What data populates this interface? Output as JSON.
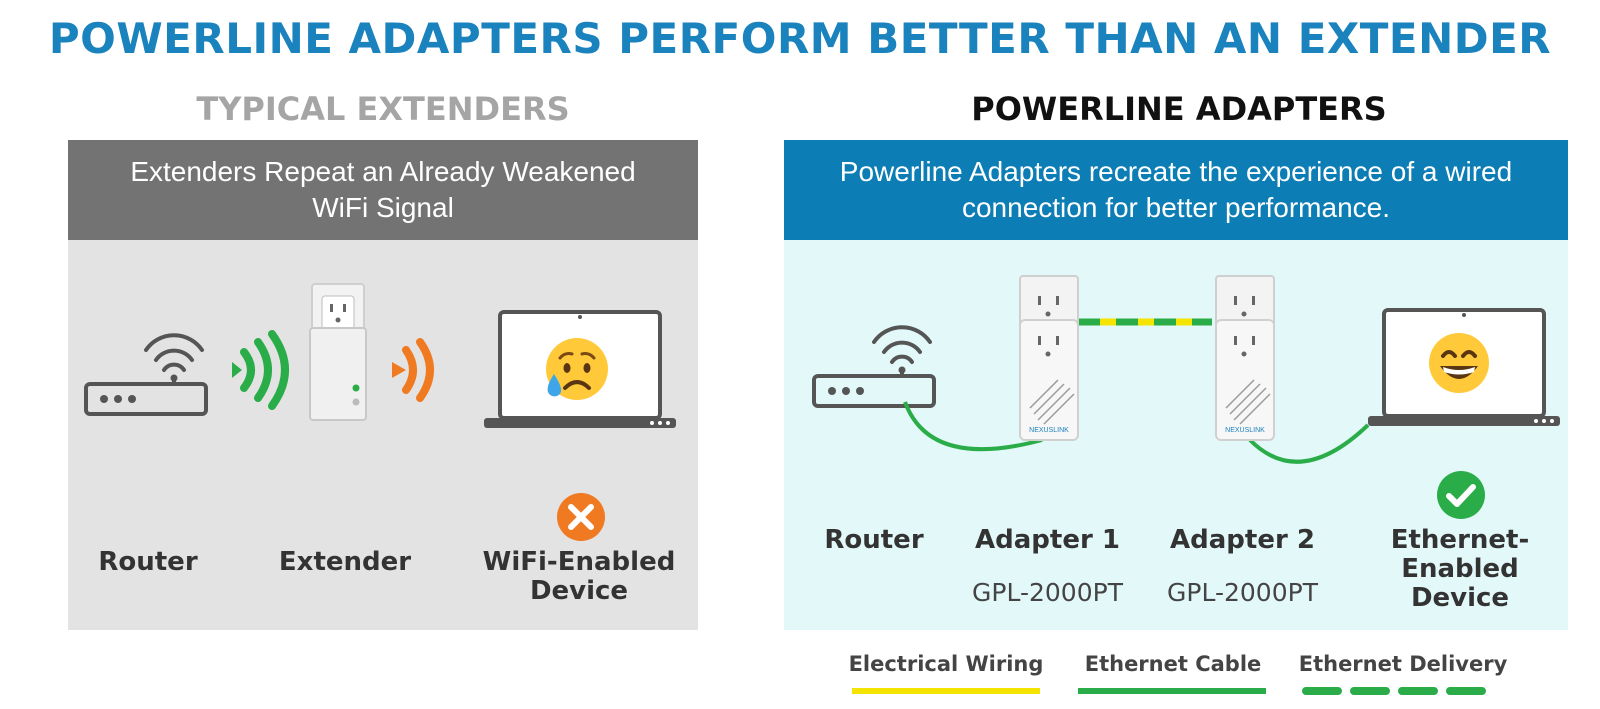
{
  "title": "POWERLINE ADAPTERS PERFORM BETTER THAN AN EXTENDER",
  "left": {
    "heading": "TYPICAL EXTENDERS",
    "banner_line1": "Extenders Repeat an Already Weakened",
    "banner_line2": "WiFi Signal",
    "labels": {
      "router": "Router",
      "extender": "Extender",
      "device_line1": "WiFi-Enabled",
      "device_line2": "Device"
    },
    "status_icon": "x-circle-icon",
    "emoji": "sad-face-icon"
  },
  "right": {
    "heading": "POWERLINE ADAPTERS",
    "banner_line1": "Powerline Adapters recreate the experience of a wired",
    "banner_line2": "connection for better performance.",
    "labels": {
      "router": "Router",
      "adapter1": "Adapter 1",
      "adapter2": "Adapter 2",
      "model1": "GPL-2000PT",
      "model2": "GPL-2000PT",
      "device_line1": "Ethernet-",
      "device_line2": "Enabled",
      "device_line3": "Device"
    },
    "brand": "NEXUSLINK",
    "status_icon": "check-circle-icon",
    "emoji": "grin-face-icon"
  },
  "legend": {
    "electrical": "Electrical Wiring",
    "ethernet_cable": "Ethernet Cable",
    "ethernet_delivery": "Ethernet Delivery"
  },
  "colors": {
    "title_blue": "#1a82bd",
    "banner_blue": "#0d7db5",
    "banner_gray": "#737373",
    "green": "#2aad48",
    "orange": "#f07a21",
    "yellow": "#f5e400"
  }
}
